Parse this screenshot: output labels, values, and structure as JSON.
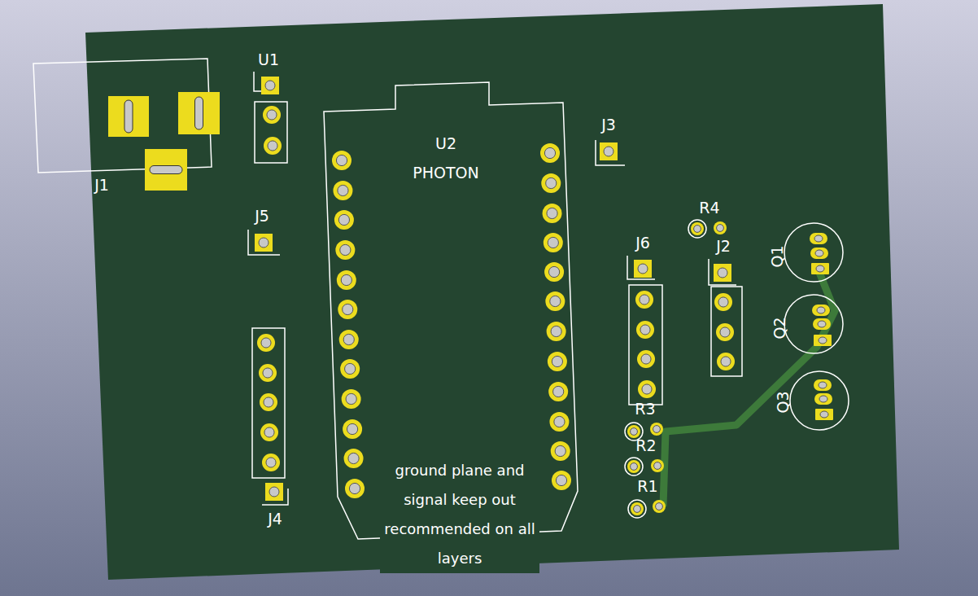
{
  "diagram": {
    "nodes": [
      {
        "text": [
          "U2",
          "PHOTON",
          "ground plane and signal keep out recommended on all layers"
        ]
      }
    ],
    "labels": [
      "J1",
      "U1",
      "J3",
      "J5",
      "R4",
      "J6",
      "J2",
      "Q1",
      "Q2",
      "Q3",
      "R3",
      "R2",
      "R1",
      "J4"
    ]
  }
}
